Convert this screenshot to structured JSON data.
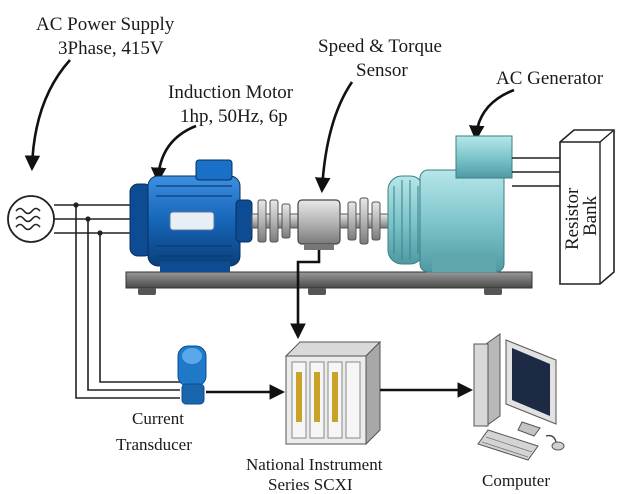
{
  "labels": {
    "ac_supply_line1": "AC Power Supply",
    "ac_supply_line2": "3Phase, 415V",
    "motor_line1": "Induction Motor",
    "motor_line2": "1hp, 50Hz, 6p",
    "sensor_line1": "Speed & Torque",
    "sensor_line2": "Sensor",
    "generator": "AC Generator",
    "resistor_bank_line1": "Resistor",
    "resistor_bank_line2": "Bank",
    "transducer_line1": "Current",
    "transducer_line2": "Transducer",
    "daq_line1": "National Instrument",
    "daq_line2": "Series SCXI",
    "computer": "Computer"
  },
  "colors": {
    "motor": "#1565b8",
    "generator": "#7fc6cc",
    "base": "#6d6d6d",
    "transducer": "#1f79c9"
  }
}
